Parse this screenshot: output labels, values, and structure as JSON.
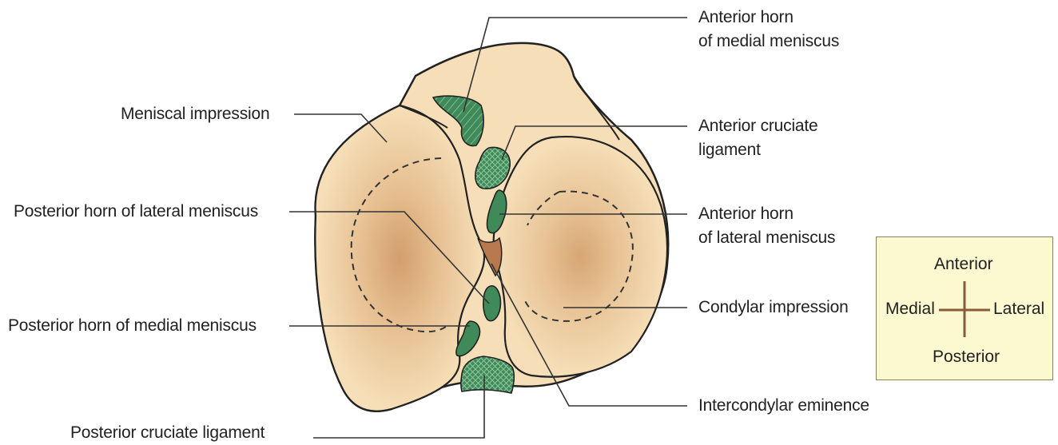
{
  "labels": {
    "anterior_horn_medial": [
      "Anterior horn",
      "of medial meniscus"
    ],
    "meniscal_impression": "Meniscal impression",
    "anterior_cruciate": [
      "Anterior cruciate",
      "ligament"
    ],
    "posterior_horn_lateral": "Posterior horn of lateral meniscus",
    "anterior_horn_lateral": [
      "Anterior horn",
      "of lateral meniscus"
    ],
    "condylar_impression": "Condylar impression",
    "posterior_horn_medial": "Posterior horn of medial meniscus",
    "intercondylar_eminence": "Intercondylar eminence",
    "posterior_cruciate": "Posterior cruciate ligament"
  },
  "orientation_legend": {
    "anterior": "Anterior",
    "medial": "Medial",
    "lateral": "Lateral",
    "posterior": "Posterior"
  },
  "colors": {
    "bone": "#f6dfb8",
    "bone_center": "#d9a674",
    "ligament": "#3f8a58",
    "legend_bg": "#fcf8cf",
    "legend_cross": "#8a5a3a"
  }
}
